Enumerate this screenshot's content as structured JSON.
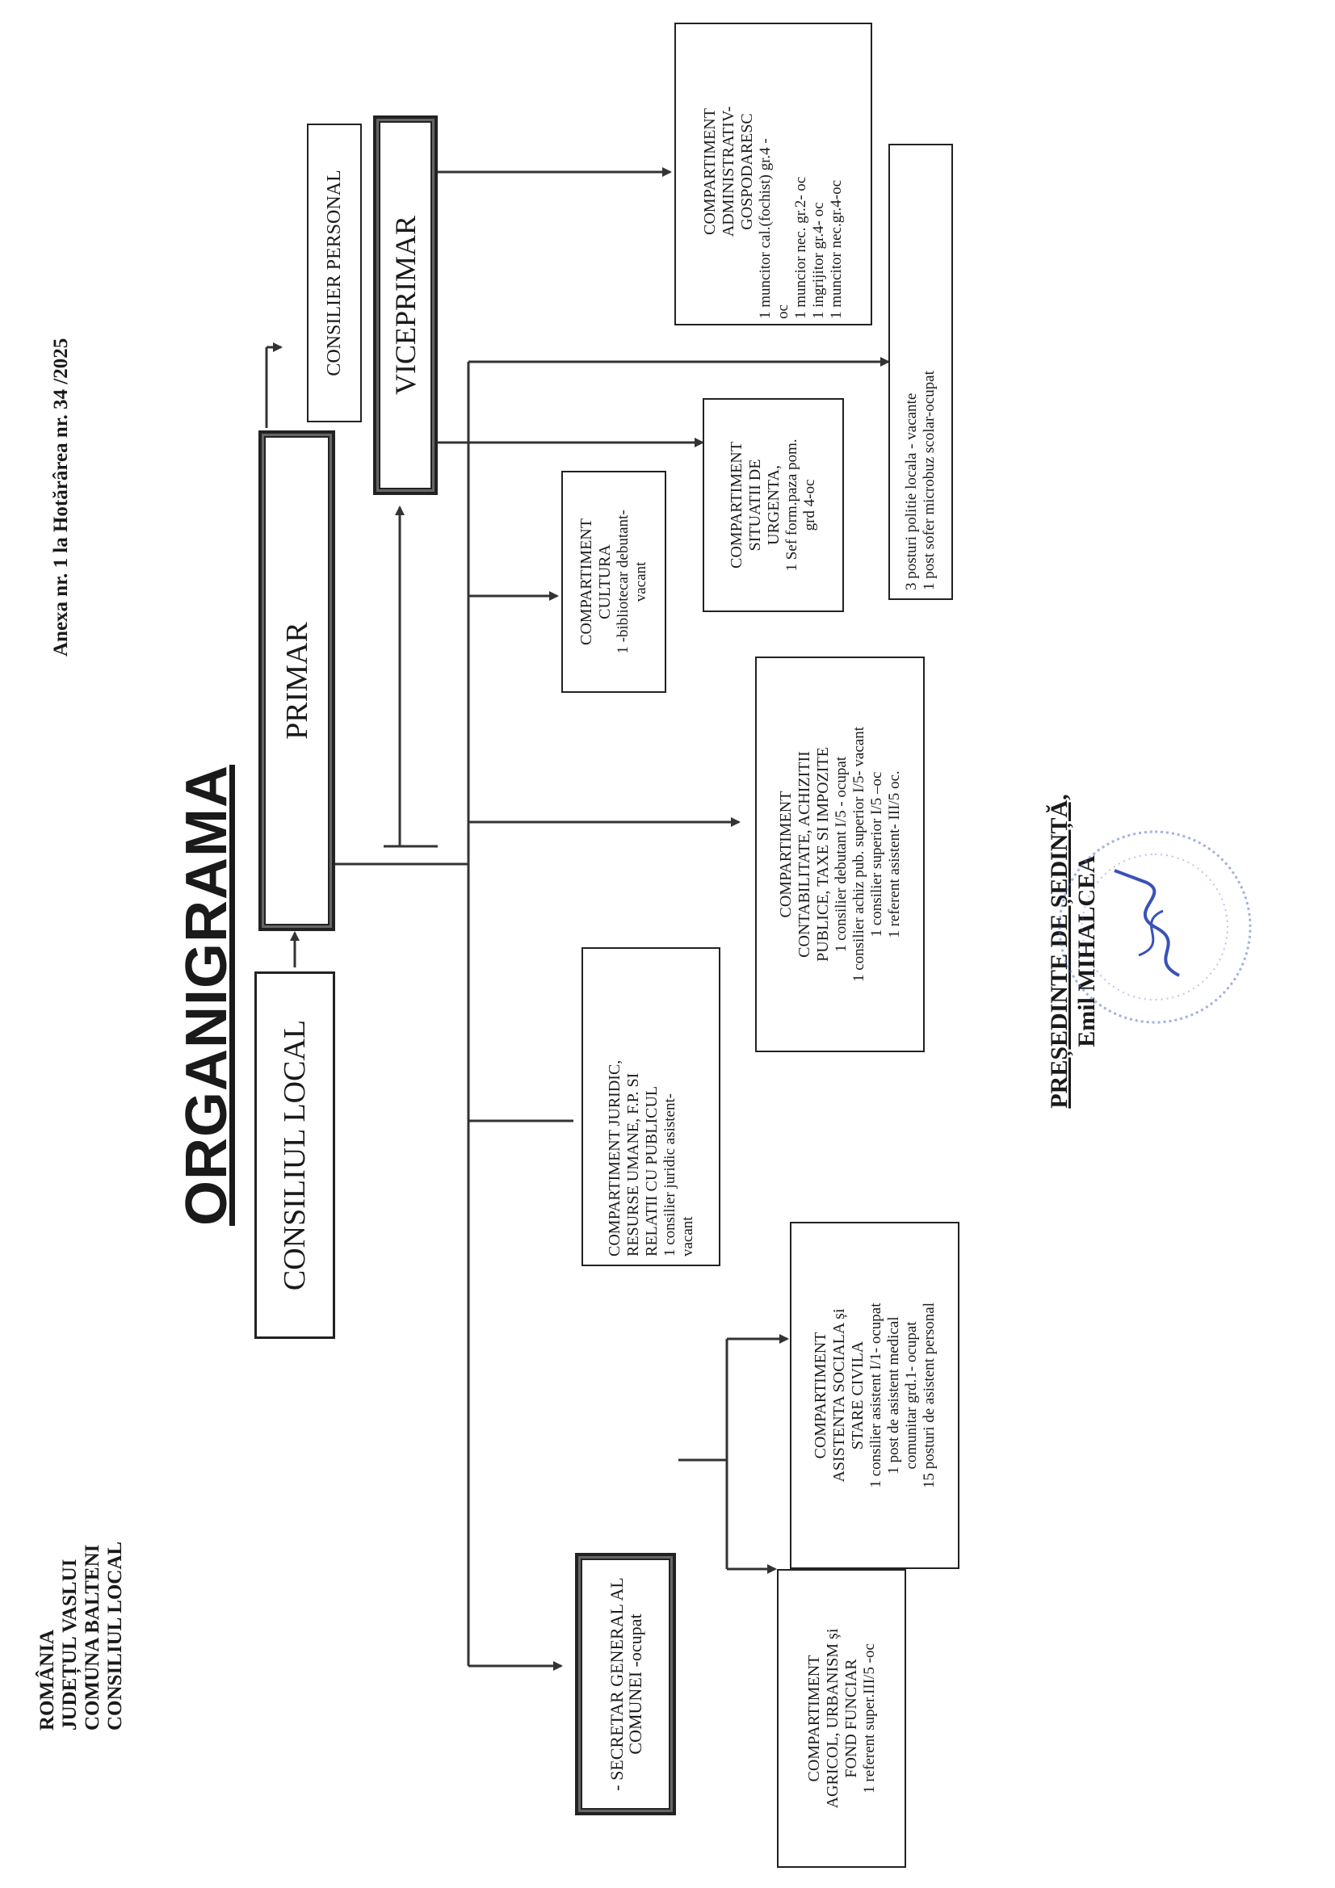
{
  "header": {
    "address": [
      "ROMÂNIA",
      "JUDEȚUL  VASLUI",
      "COMUNA  BALTENI",
      "CONSILIUL LOCAL"
    ],
    "annex": "Anexa nr. 1 la Hotărârea nr. 34 /2025"
  },
  "title": "ORGANIGRAMA",
  "nodes": {
    "consiliu": "CONSILIUL LOCAL",
    "primar": "PRIMAR",
    "viceprimar": "VICEPRIMAR",
    "consilier_personal": "CONSILIER PERSONAL",
    "secretar": [
      "- SECRETAR GENERAL AL",
      "COMUNEI -ocupat"
    ],
    "agricol": [
      "COMPARTIMENT",
      "AGRICOL, URBANISM și",
      "FOND FUNCIAR",
      "1 referent super.III/5 -oc"
    ],
    "asistenta": [
      "COMPARTIMENT",
      "ASISTENTA SOCIALA și",
      "STARE CIVILA",
      "1 consilier asistent I/1- ocupat",
      "1 post de asistent medical",
      "comunitar grd.1- ocupat",
      "15 posturi de asistent personal"
    ],
    "juridic": [
      "COMPARTIMENT JURIDIC,",
      "RESURSE UMANE, F.P. SI",
      "RELATII CU PUBLICUL",
      "1 consilier juridic asistent-",
      "vacant"
    ],
    "contabilitate": [
      "COMPARTIMENT",
      "CONTABILITATE, ACHIZITII",
      "PUBLICE, TAXE SI IMPOZITE",
      "1 consilier debutant I/5 - ocupat",
      "1 consilier achiz pub. superior  I/5- vacant",
      "1 consilier superior I/5 –oc",
      "1 referent asistent-  III/5  oc."
    ],
    "cultura": [
      "COMPARTIMENT",
      "CULTURA",
      "1 -bibliotecar debutant-",
      "vacant"
    ],
    "urgenta": [
      "COMPARTIMENT",
      "SITUATII DE",
      "URGENTA,",
      "1 Sef form.paza pom.",
      "grd 4-oc"
    ],
    "administrativ": [
      "COMPARTIMENT",
      "ADMINISTRATIV-",
      "GOSPODARESC",
      "1 muncitor cal.(fochist) gr.4 -",
      "oc",
      "1 muncior nec. gr.2- oc",
      "1 ingrijitor gr.4- oc",
      "1 muncitor nec.gr.4-oc"
    ],
    "politie": [
      "3 posturi politie  locala - vacante",
      "1 post sofer microbuz scolar-ocupat"
    ]
  },
  "signature": {
    "title": "PREȘEDINTE DE ȘEDINȚĂ,",
    "name": "Emil MIHALCEA"
  },
  "colors": {
    "ink": "#222222",
    "stamp": "#3a52b8"
  }
}
